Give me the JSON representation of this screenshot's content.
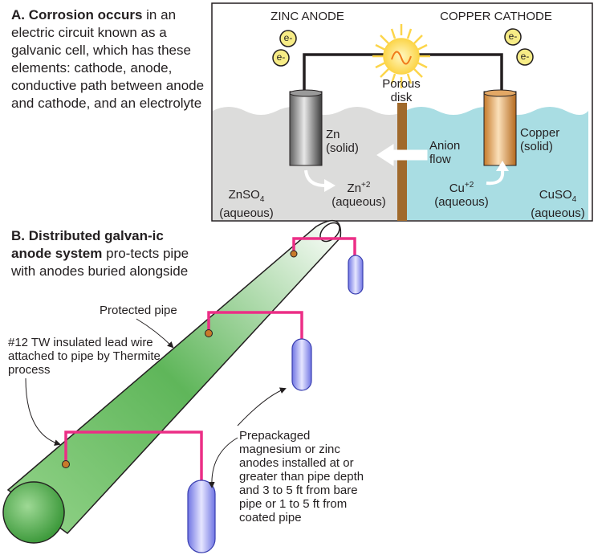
{
  "caption_a": {
    "heading": "A. Corrosion occurs",
    "body": "in an electric circuit known as a galvanic cell, which has these elements: cathode, anode, conductive path between anode and cathode, and an electrolyte"
  },
  "caption_b": {
    "heading": "B. Distributed galvan-ic anode system",
    "body": " pro-tects pipe with anodes buried alongside"
  },
  "cell": {
    "zinc_anode_title": "ZINC ANODE",
    "copper_cathode_title": "COPPER CATHODE",
    "electron_label": "e-",
    "porous_disk": [
      "Porous",
      "disk"
    ],
    "zn_solid": [
      "Zn",
      "(solid)"
    ],
    "copper_solid": [
      "Copper",
      "(solid)"
    ],
    "anion_flow": [
      "Anion",
      "flow"
    ],
    "zn_ion": "Zn",
    "zn_ion_charge": "+2",
    "cu_ion": "Cu",
    "cu_ion_charge": "+2",
    "aqueous": "(aqueous)",
    "znso4": "ZnSO",
    "cuso4": "CuSO",
    "sub4": "4"
  },
  "pipe": {
    "protected_pipe": "Protected pipe",
    "lead_wire": "#12 TW insulated lead wire attached to pipe by Thermite process",
    "anodes": "Prepackaged magnesium or zinc anodes installed at or greater than pipe depth and 3 to 5 ft from bare pipe or 1 to 5 ft from coated pipe"
  },
  "colors": {
    "zinc_solution": "#dcdcdb",
    "copper_solution": "#a9dde3",
    "porous_disk": "#a0692b",
    "lead_wire": "#ec2e86",
    "electron_fill": "#f7ec86",
    "anode_fill": "#8f94ee",
    "pipe_green": "#4cab4a"
  }
}
